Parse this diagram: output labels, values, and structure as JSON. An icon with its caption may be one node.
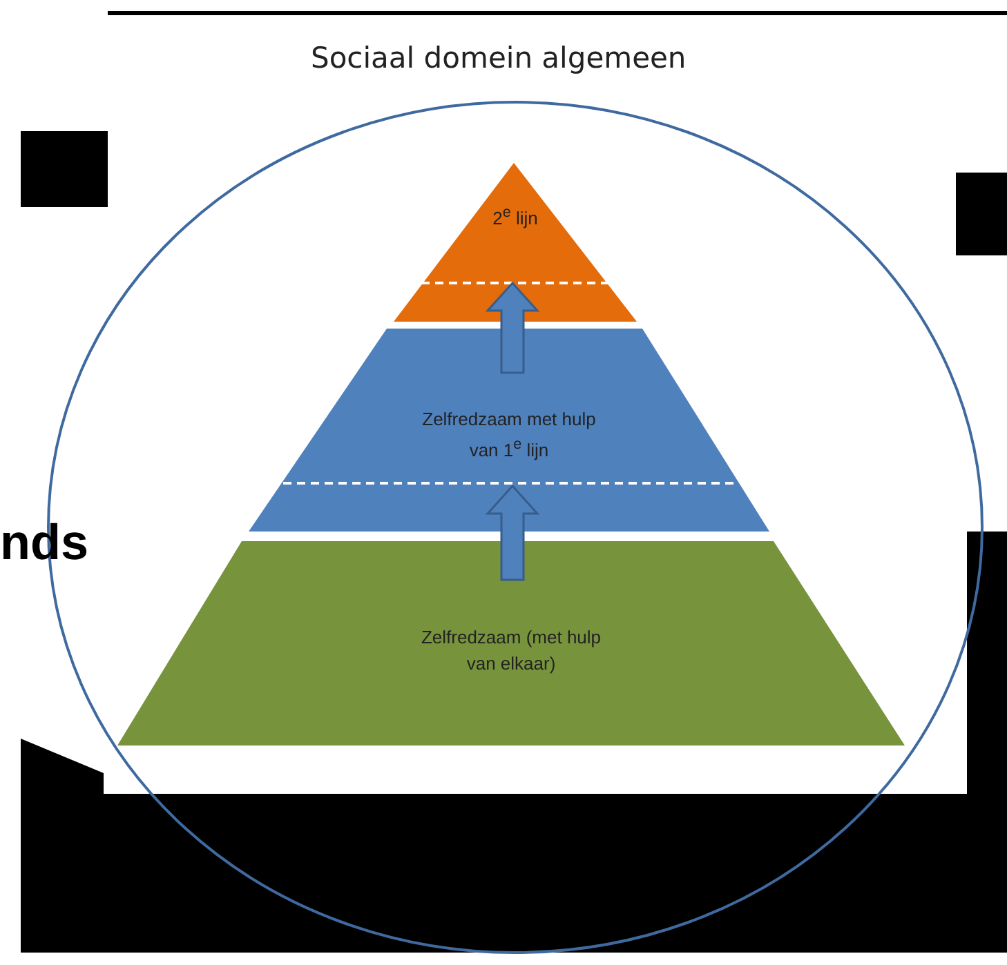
{
  "diagram": {
    "title": "Sociaal domein algemeen",
    "nodes": [
      {
        "text": [
          "2$^{e}$ lijn"
        ]
      },
      {
        "text": [
          "Zelfredzaam met hulp van 1$^{e}$ lijn"
        ]
      },
      {
        "text": [
          "Zelfredzaam (met hulp van elkaar)"
        ]
      }
    ],
    "edges": [
      {
        "from": 2,
        "to": 1,
        "arrow": "to"
      },
      {
        "from": 1,
        "to": 0,
        "arrow": "to"
      }
    ],
    "labels": [
      "nds"
    ]
  }
}
